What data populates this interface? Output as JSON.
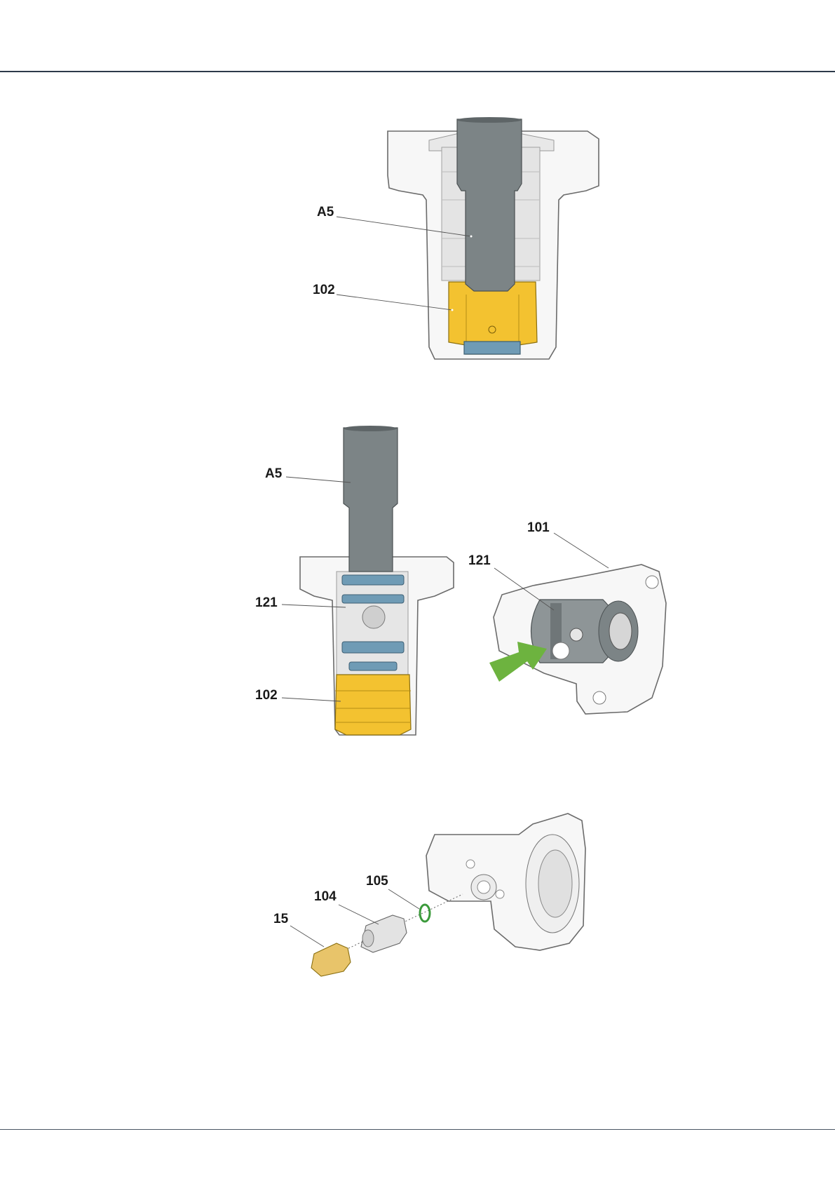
{
  "labels": {
    "fig1_a5": "A5",
    "fig1_102": "102",
    "fig2_a5": "A5",
    "fig2_121_left": "121",
    "fig2_102": "102",
    "fig2_101": "101",
    "fig2_121_right": "121",
    "fig3_15": "15",
    "fig3_104": "104",
    "fig3_105": "105"
  },
  "colors": {
    "rule": "#2c3a4a",
    "shaft": "#7c8486",
    "bushing_yellow": "#f3c230",
    "seal_blue": "#6f9bb5",
    "arrow_green": "#6db33f",
    "oring_green": "#3b9a3b",
    "plug_tan": "#e8c46a"
  }
}
